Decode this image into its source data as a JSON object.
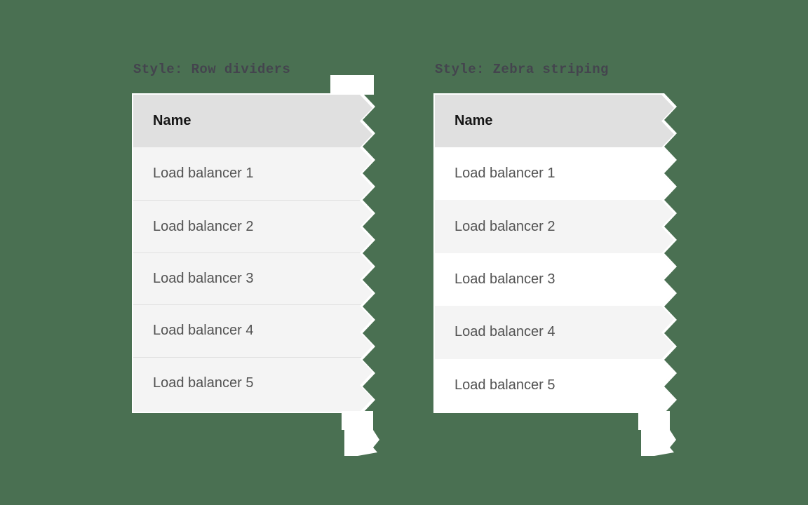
{
  "canvas": {
    "background_color": "#4A7052"
  },
  "colors": {
    "header_bg": "#E0E0E0",
    "row_bg": "#F4F4F4",
    "zebra_alt_bg": "#FFFFFF",
    "divider": "#E0E0E0",
    "header_text": "#161616",
    "row_text": "#525252",
    "style_label_text": "#44444E",
    "torn_edge": "#FFFFFF"
  },
  "tables": [
    {
      "title": "Style: Row dividers",
      "style": "row-dividers",
      "header": "Name",
      "rows": [
        "Load balancer 1",
        "Load balancer 2",
        "Load balancer 3",
        "Load balancer 4",
        "Load balancer 5"
      ]
    },
    {
      "title": "Style: Zebra striping",
      "style": "zebra-striping",
      "header": "Name",
      "rows": [
        "Load balancer 1",
        "Load balancer 2",
        "Load balancer 3",
        "Load balancer 4",
        "Load balancer 5"
      ]
    }
  ]
}
